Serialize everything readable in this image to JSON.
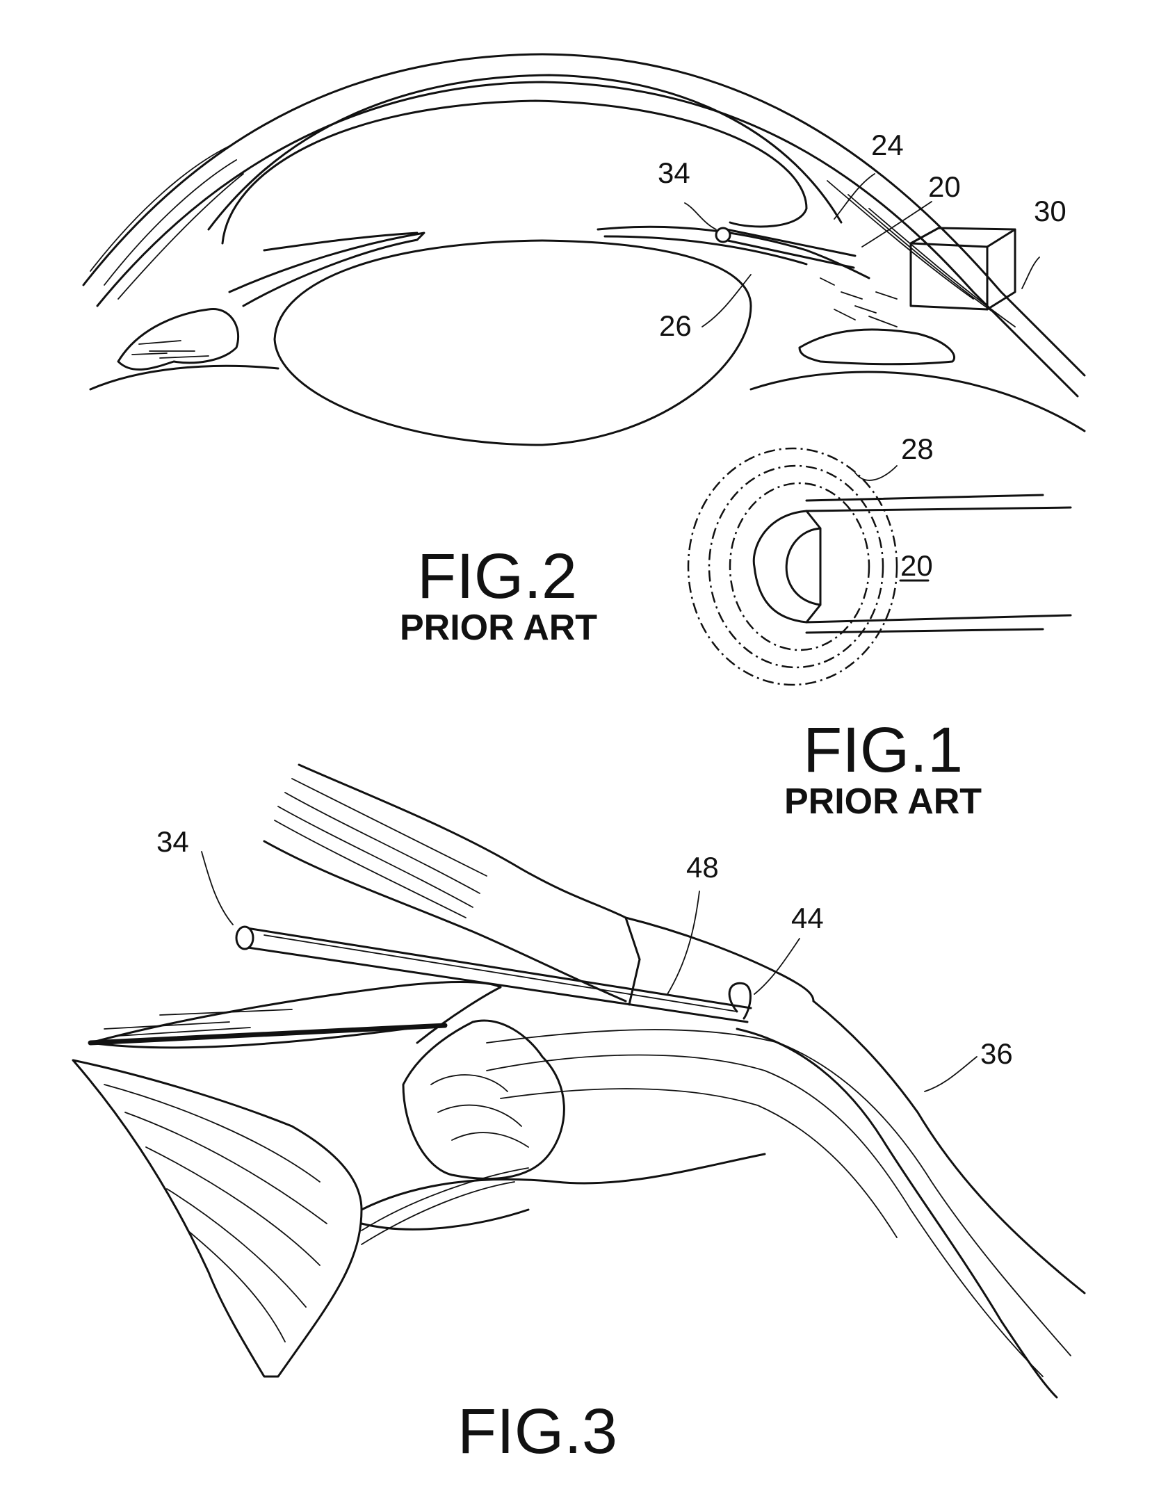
{
  "figures": {
    "fig2": {
      "caption": "FIG.2",
      "subcaption": "PRIOR ART",
      "refs": {
        "r34": "34",
        "r24": "24",
        "r20": "20",
        "r30": "30",
        "r26": "26"
      }
    },
    "fig1": {
      "caption": "FIG.1",
      "subcaption": "PRIOR ART",
      "refs": {
        "r28": "28",
        "r20": "20"
      }
    },
    "fig3": {
      "caption": "FIG.3",
      "refs": {
        "r34": "34",
        "r48": "48",
        "r44": "44",
        "r36": "36"
      }
    }
  }
}
